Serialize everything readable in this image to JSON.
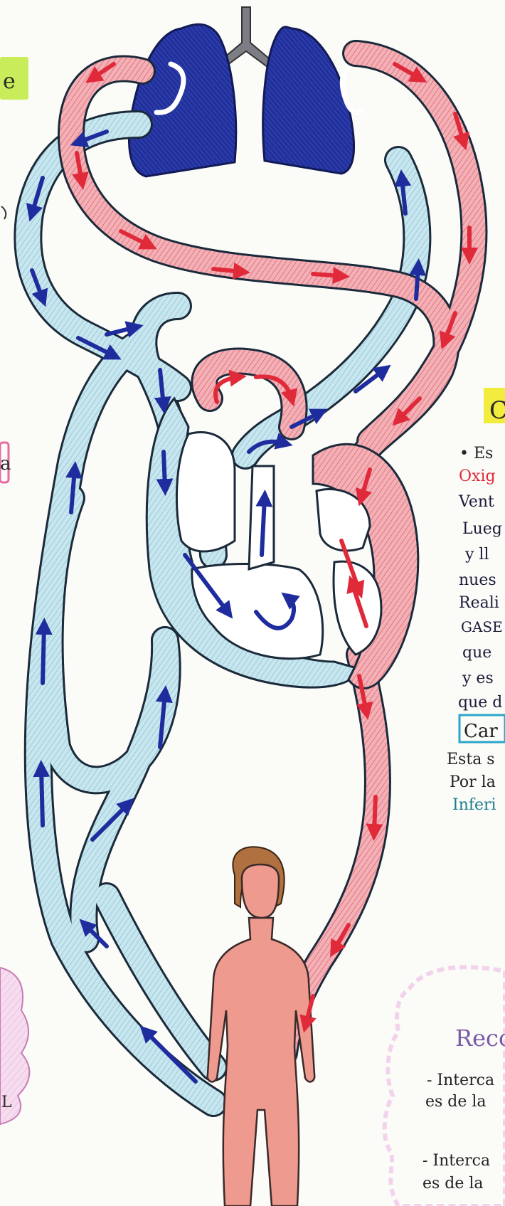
{
  "left_margin": {
    "tag_top": "e",
    "tag_mid": "a",
    "tag_bottom": "L"
  },
  "right_notes": {
    "heading_fragment": "C",
    "lines": [
      "• Es",
      "Oxig",
      "Vent",
      "Lueg",
      "y ll",
      "nues",
      "Reali",
      "GASE",
      "que",
      "y es",
      "que d"
    ],
    "boxed_label": "Car",
    "sub_lines": [
      "Esta s",
      "Por la",
      "Inferi"
    ]
  },
  "reco_bubble": {
    "title": "Reco",
    "item1_line1": "- Interca",
    "item1_line2": "es de la",
    "item2_line1": "- Interca",
    "item2_line2": "es de la"
  },
  "colors": {
    "vein_fill": "#c9e6ee",
    "vein_outline": "#1b2a3a",
    "artery_fill": "#ef9aa3",
    "artery_stripe": "#e0445a",
    "arrow_blue": "#1f2c9e",
    "arrow_red": "#e02a3a",
    "lung": "#1e2a8f",
    "heart_chamber": "#ffffff",
    "body_skin": "#ef9a8e",
    "hair": "#b07040",
    "bubble": "#f3d3ec",
    "highlight_green": "#c8ec5a",
    "highlight_pink": "#f4a6c8",
    "highlight_yellow": "#f2ec3e",
    "label_box": "#2aa6c9"
  }
}
